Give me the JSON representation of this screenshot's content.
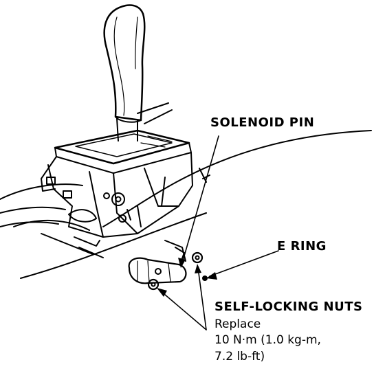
{
  "labels": {
    "solenoid_pin": "SOLENOID PIN",
    "e_ring": "E RING",
    "self_locking_nuts": "SELF-LOCKING NUTS",
    "replace": "Replace",
    "torque_line1": "10 N·m (1.0 kg-m,",
    "torque_line2": "7.2 lb-ft)"
  },
  "colors": {
    "ink": "#000000",
    "paper": "#ffffff"
  }
}
